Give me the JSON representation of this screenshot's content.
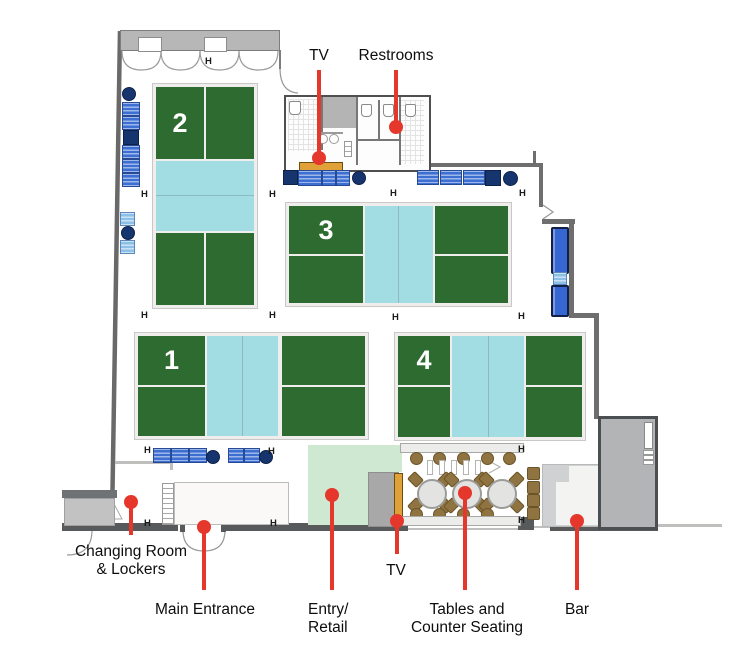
{
  "diagram_title": "Pickleball facility floor plan",
  "courts": {
    "c1": "1",
    "c2": "2",
    "c3": "3",
    "c4": "4"
  },
  "marker": {
    "h": "H"
  },
  "callouts": {
    "tv_top": "TV",
    "restrooms": "Restrooms",
    "changing_room_1": "Changing Room",
    "changing_room_2": "& Lockers",
    "main_entrance": "Main Entrance",
    "entry_retail_1": "Entry/",
    "entry_retail_2": "Retail",
    "tv_bottom": "TV",
    "tables_1": "Tables and",
    "tables_2": "Counter Seating",
    "bar": "Bar"
  },
  "colors": {
    "court_green": "#2e6b31",
    "kitchen_cyan": "#a3dde4",
    "callout_red": "#e5372b",
    "bench_blue": "#3d6fd2",
    "bench_navy": "#16356e",
    "bench_light_blue": "#8cc0e8",
    "retail_green": "#cfe8d1",
    "tv_orange": "#e0a238",
    "chair_brown": "#8f7340",
    "wall_gray": "#57595b"
  }
}
